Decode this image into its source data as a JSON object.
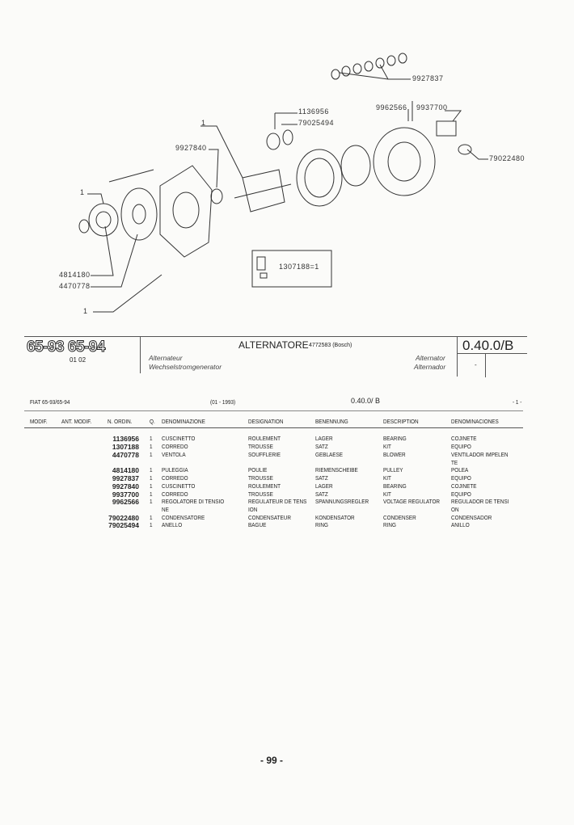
{
  "diagram": {
    "callouts": [
      "9927837",
      "1136956",
      "79025494",
      "9962566",
      "9937700",
      "79022480",
      "9927840",
      "1",
      "1",
      "4814180",
      "4470778",
      "1"
    ],
    "inset_label": "1307188=1"
  },
  "header": {
    "models": "65-93  65-94",
    "model_sub": "01 02",
    "title": "ALTERNATORE",
    "title_ref": "4772583 (Bosch)",
    "fr": "Alternateur",
    "de": "Wechselstromgenerator",
    "en": "Alternator",
    "es": "Alternador",
    "code": "0.40.0/B",
    "dash": "-"
  },
  "subheader": {
    "left": "FIAT 65-93/65-94",
    "date": "(01 - 1993)",
    "code": "0.40.0/ B",
    "page": "- 1 -"
  },
  "columns": [
    "MODIF.",
    "ANT. MODIF.",
    "N. ORDIN.",
    "Q.",
    "DENOMINAZIONE",
    "DESIGNATION",
    "BENENNUNG",
    "DESCRIPTION",
    "DENOMINACIONES"
  ],
  "rows": [
    {
      "code": "1136956",
      "q": "1",
      "it": "CUSCINETTO",
      "fr": "ROULEMENT",
      "de": "LAGER",
      "en": "BEARING",
      "es": "COJINETE"
    },
    {
      "code": "1307188",
      "q": "1",
      "it": "CORREDO",
      "fr": "TROUSSE",
      "de": "SATZ",
      "en": "KIT",
      "es": "EQUIPO"
    },
    {
      "code": "4470778",
      "q": "1",
      "it": "VENTOLA",
      "fr": "SOUFFLERIE",
      "de": "GEBLAESE",
      "en": "BLOWER",
      "es": "VENTILADOR IMPELEN",
      "es2": "TE"
    },
    {
      "code": "4814180",
      "q": "1",
      "it": "PULEGGIA",
      "fr": "POULIE",
      "de": "RIEMENSCHEIBE",
      "en": "PULLEY",
      "es": "POLEA"
    },
    {
      "code": "9927837",
      "q": "1",
      "it": "CORREDO",
      "fr": "TROUSSE",
      "de": "SATZ",
      "en": "KIT",
      "es": "EQUIPO"
    },
    {
      "code": "9927840",
      "q": "1",
      "it": "CUSCINETTO",
      "fr": "ROULEMENT",
      "de": "LAGER",
      "en": "BEARING",
      "es": "COJINETE"
    },
    {
      "code": "9937700",
      "q": "1",
      "it": "CORREDO",
      "fr": "TROUSSE",
      "de": "SATZ",
      "en": "KIT",
      "es": "EQUIPO"
    },
    {
      "code": "9962566",
      "q": "1",
      "it": "REGOLATORE DI TENSIO",
      "it2": "NE",
      "fr": "REGULATEUR DE TENS",
      "fr2": "ION",
      "de": "SPANNUNGSREGLER",
      "en": "VOLTAGE REGULATOR",
      "es": "REGULADOR DE TENSI",
      "es2": "ON"
    },
    {
      "code": "79022480",
      "q": "1",
      "it": "CONDENSATORE",
      "fr": "CONDENSATEUR",
      "de": "KONDENSATOR",
      "en": "CONDENSER",
      "es": "CONDENSADOR"
    },
    {
      "code": "79025494",
      "q": "1",
      "it": "ANELLO",
      "fr": "BAGUE",
      "de": "RING",
      "en": "RING",
      "es": "ANILLO"
    }
  ],
  "footer": {
    "page": "- 99 -"
  }
}
